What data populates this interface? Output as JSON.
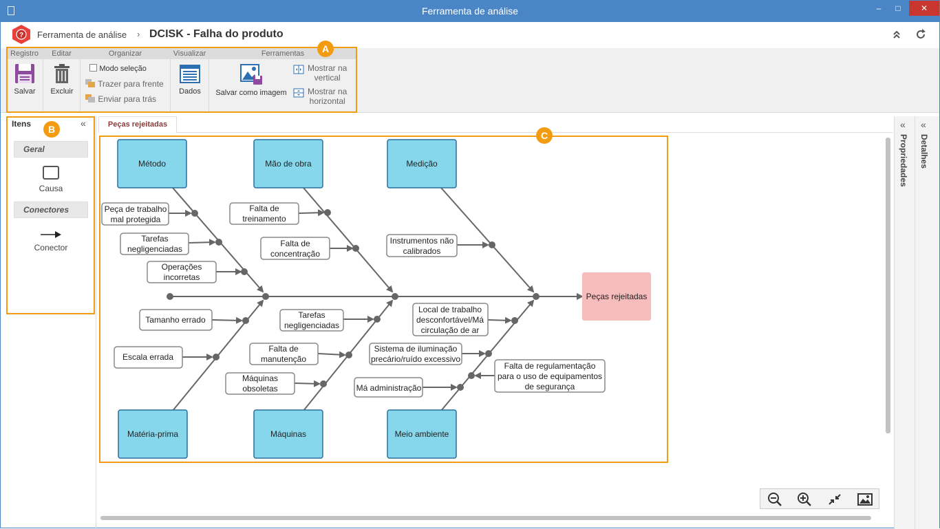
{
  "window": {
    "title": "Ferramenta de análise",
    "min": "–",
    "max": "□",
    "close": "✕"
  },
  "header": {
    "app_name": "Ferramenta de análise",
    "separator": "›",
    "doc_title": "DCISK - Falha do produto"
  },
  "ribbon": {
    "groups": {
      "registro": "Registro",
      "editar": "Editar",
      "organizar": "Organizar",
      "visualizar": "Visualizar",
      "ferramentas": "Ferramentas"
    },
    "salvar": "Salvar",
    "excluir": "Excluir",
    "modo_selecao": "Modo seleção",
    "trazer_frente": "Trazer para frente",
    "enviar_tras": "Enviar para trás",
    "dados": "Dados",
    "salvar_imagem": "Salvar como imagem",
    "mostrar_vertical": [
      "Mostrar na",
      "vertical"
    ],
    "mostrar_horizontal": [
      "Mostrar na",
      "horizontal"
    ]
  },
  "badges": {
    "a": "A",
    "b": "B",
    "c": "C"
  },
  "left_panel": {
    "title": "Itens",
    "collapse": "«",
    "section_geral": "Geral",
    "causa": "Causa",
    "section_conectores": "Conectores",
    "conector": "Conector"
  },
  "tab": {
    "label": "Peças rejeitadas"
  },
  "side_panels": {
    "propriedades": "Propriedades",
    "detalhes": "Detalhes",
    "chevron": "«"
  },
  "diagram": {
    "effect": "Peças rejeitadas",
    "categories": {
      "metodo": "Método",
      "mao_de_obra": "Mão de obra",
      "medicao": "Medição",
      "materia_prima": "Matéria-prima",
      "maquinas": "Máquinas",
      "meio_ambiente": "Meio ambiente"
    },
    "causes": {
      "peca_trabalho": [
        "Peça de trabalho",
        "mal protegida"
      ],
      "tarefas_neg_1": [
        "Tarefas",
        "negligenciadas"
      ],
      "operacoes": [
        "Operações",
        "incorretas"
      ],
      "falta_treinamento": [
        "Falta de",
        "treinamento"
      ],
      "falta_concentracao": [
        "Falta de",
        "concentração"
      ],
      "instrumentos": [
        "Instrumentos não",
        "calibrados"
      ],
      "tamanho_errado": [
        "Tamanho errado"
      ],
      "escala_errada": [
        "Escala errada"
      ],
      "tarefas_neg_2": [
        "Tarefas",
        "negligenciadas"
      ],
      "falta_manutencao": [
        "Falta de",
        "manutenção"
      ],
      "maquinas_obsoletas": [
        "Máquinas",
        "obsoletas"
      ],
      "local_trabalho": [
        "Local de trabalho",
        "desconfortável/Má",
        "circulação de ar"
      ],
      "sistema_iluminacao": [
        "Sistema de iluminação",
        "precário/ruído excessivo"
      ],
      "falta_regulamentacao": [
        "Falta de regulamentação",
        "para o uso de equipamentos",
        "de segurança"
      ],
      "ma_administracao": [
        "Má administração"
      ]
    }
  },
  "colors": {
    "accent": "#f39c12",
    "titlebar": "#4a86c5",
    "category_box": "#87d7ec",
    "effect_box": "#f7bcbc",
    "line": "#666666"
  },
  "icons": {
    "save": "floppy-disk-icon",
    "delete": "trash-icon",
    "data": "document-list-icon",
    "image": "save-image-icon",
    "zoom_out": "zoom-out-icon",
    "zoom_in": "zoom-in-icon",
    "fit": "fit-screen-icon",
    "export_image": "export-image-icon"
  }
}
